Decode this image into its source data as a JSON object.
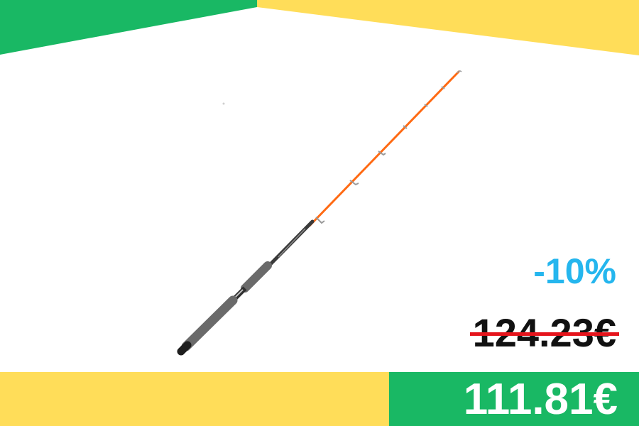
{
  "colors": {
    "green": "#19b864",
    "yellow": "#ffdd59",
    "discount_blue": "#25b6ee",
    "strike_red": "#e5141c",
    "rod_orange": "#ff6a13"
  },
  "product": {
    "image": "fishing-rod"
  },
  "pricing": {
    "discount": "-10%",
    "old_price": "124.23€",
    "new_price": "111.81€"
  }
}
